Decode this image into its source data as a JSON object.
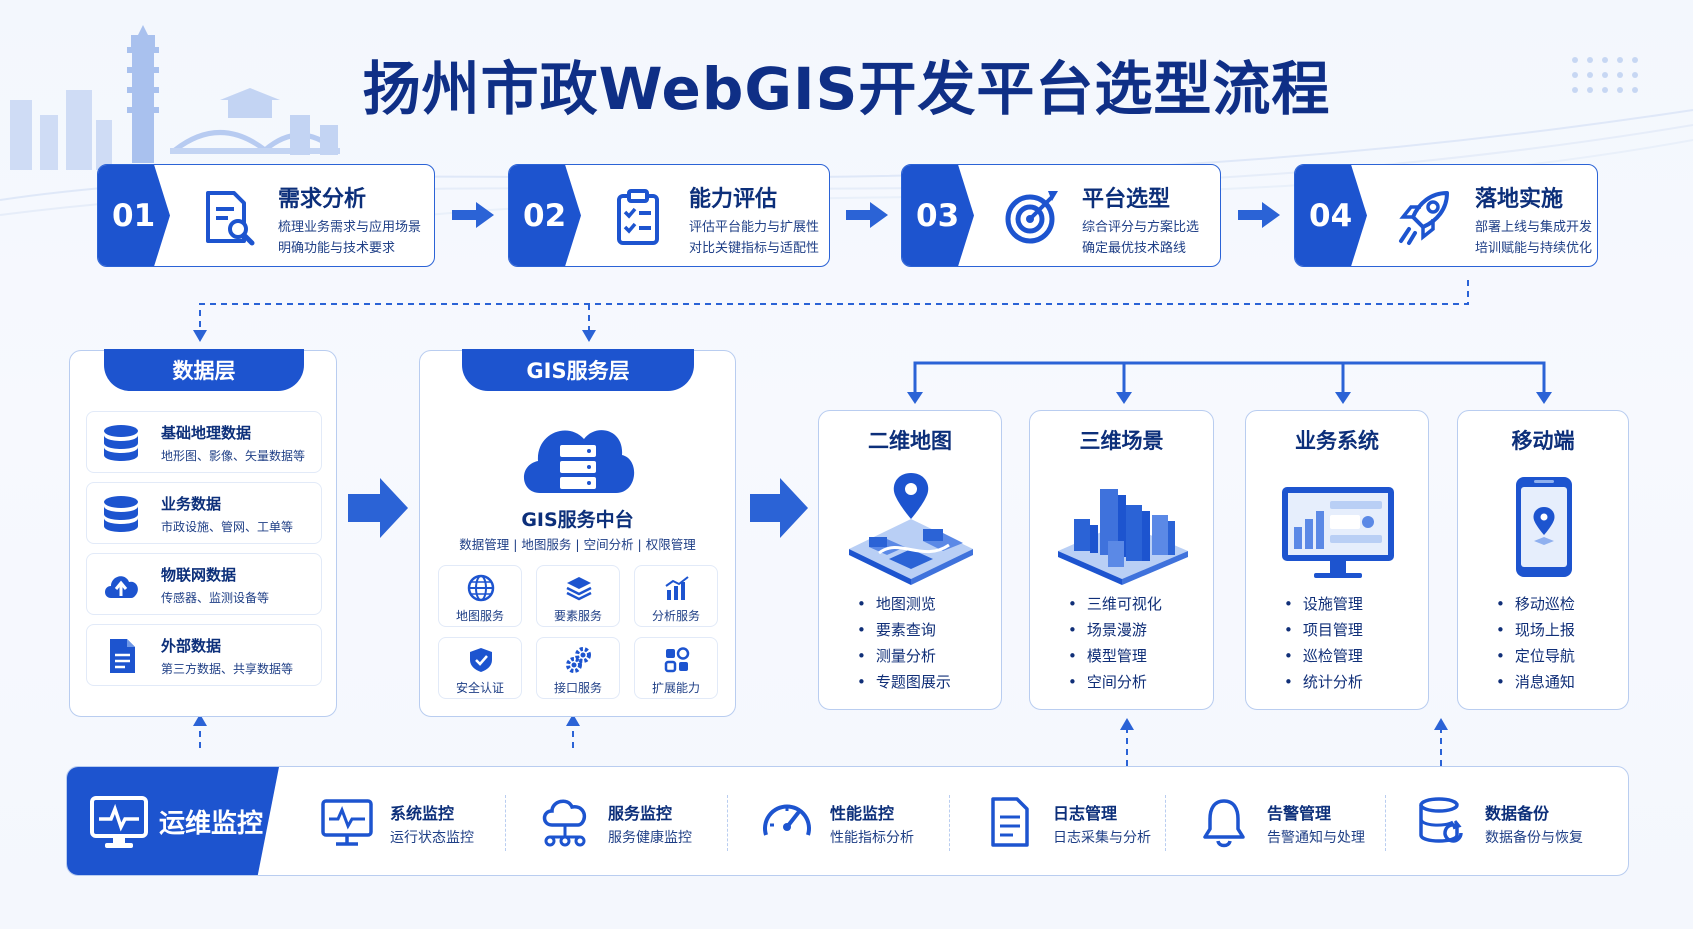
{
  "title": "扬州市政WebGIS开发平台选型流程",
  "colors": {
    "primary": "#1d54cf",
    "dark_text": "#0c2f7a",
    "border": "#b9cdf0"
  },
  "steps": [
    {
      "num": "01",
      "title": "需求分析",
      "desc1": "梳理业务需求与应用场景",
      "desc2": "明确功能与技术要求",
      "icon": "document-search-icon"
    },
    {
      "num": "02",
      "title": "能力评估",
      "desc1": "评估平台能力与扩展性",
      "desc2": "对比关键指标与适配性",
      "icon": "checklist-icon"
    },
    {
      "num": "03",
      "title": "平台选型",
      "desc1": "综合评分与方案比选",
      "desc2": "确定最优技术路线",
      "icon": "target-icon"
    },
    {
      "num": "04",
      "title": "落地实施",
      "desc1": "部署上线与集成开发",
      "desc2": "培训赋能与持续优化",
      "icon": "rocket-icon"
    }
  ],
  "data_layer": {
    "title": "数据层",
    "items": [
      {
        "title": "基础地理数据",
        "desc": "地形图、影像、矢量数据等",
        "icon": "database-icon"
      },
      {
        "title": "业务数据",
        "desc": "市政设施、管网、工单等",
        "icon": "database-icon"
      },
      {
        "title": "物联网数据",
        "desc": "传感器、监测设备等",
        "icon": "cloud-upload-icon"
      },
      {
        "title": "外部数据",
        "desc": "第三方数据、共享数据等",
        "icon": "file-icon"
      }
    ]
  },
  "gis_layer": {
    "title": "GIS服务层",
    "hub_title": "GIS服务中台",
    "hub_desc": "数据管理 | 地图服务 | 空间分析 | 权限管理",
    "cells": [
      {
        "label": "地图服务",
        "icon": "globe-icon"
      },
      {
        "label": "要素服务",
        "icon": "layers-icon"
      },
      {
        "label": "分析服务",
        "icon": "bar-chart-icon"
      },
      {
        "label": "安全认证",
        "icon": "shield-icon"
      },
      {
        "label": "接口服务",
        "icon": "gears-icon"
      },
      {
        "label": "扩展能力",
        "icon": "grid-icon"
      }
    ]
  },
  "apps": [
    {
      "title": "二维地图",
      "items": [
        "地图测览",
        "要素查询",
        "测量分析",
        "专题图展示"
      ],
      "icon": "map-pin-city-icon"
    },
    {
      "title": "三维场景",
      "items": [
        "三维可视化",
        "场景漫游",
        "模型管理",
        "空间分析"
      ],
      "icon": "3d-city-icon"
    },
    {
      "title": "业务系统",
      "items": [
        "设施管理",
        "项目管理",
        "巡检管理",
        "统计分析"
      ],
      "icon": "monitor-dashboard-icon"
    },
    {
      "title": "移动端",
      "items": [
        "移动巡检",
        "现场上报",
        "定位导航",
        "消息通知"
      ],
      "icon": "smartphone-icon"
    }
  ],
  "ops": {
    "title": "运维监控",
    "items": [
      {
        "title": "系统监控",
        "desc": "运行状态监控",
        "icon": "pulse-monitor-icon"
      },
      {
        "title": "服务监控",
        "desc": "服务健康监控",
        "icon": "cloud-network-icon"
      },
      {
        "title": "性能监控",
        "desc": "性能指标分析",
        "icon": "gauge-icon"
      },
      {
        "title": "日志管理",
        "desc": "日志采集与分析",
        "icon": "log-file-icon"
      },
      {
        "title": "告警管理",
        "desc": "告警通知与处理",
        "icon": "bell-icon"
      },
      {
        "title": "数据备份",
        "desc": "数据备份与恢复",
        "icon": "database-backup-icon"
      }
    ]
  }
}
